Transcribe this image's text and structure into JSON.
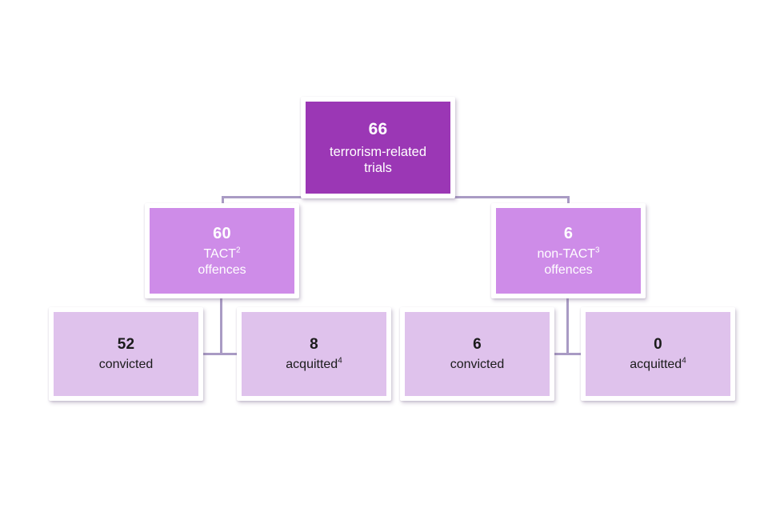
{
  "diagram": {
    "type": "flowchart",
    "orientation": "top-down",
    "colors": {
      "tier1_fill": "#9b37b5",
      "tier2_fill": "#ce8ce8",
      "tier3_fill": "#dfc2ec",
      "connector": "#9f90bd",
      "background": "#ffffff",
      "tier1_text": "#ffffff",
      "tier2_text": "#ffffff",
      "tier3_text": "#1b1b1b"
    },
    "nodes": {
      "root": {
        "value": "66",
        "label": "terrorism-related trials",
        "label_line1": "terrorism-related",
        "label_line2": "trials"
      },
      "tact": {
        "value": "60",
        "label_line1": "TACT",
        "label_sup": "2",
        "label_line2": "offences"
      },
      "non_tact": {
        "value": "6",
        "label_line1": "non-TACT",
        "label_sup": "3",
        "label_line2": "offences"
      },
      "tact_convicted": {
        "value": "52",
        "label": "convicted"
      },
      "tact_acquitted": {
        "value": "8",
        "label": "acquitted",
        "label_sup": "4"
      },
      "non_tact_convicted": {
        "value": "6",
        "label": "convicted"
      },
      "non_tact_acquitted": {
        "value": "0",
        "label": "acquitted",
        "label_sup": "4"
      }
    }
  }
}
